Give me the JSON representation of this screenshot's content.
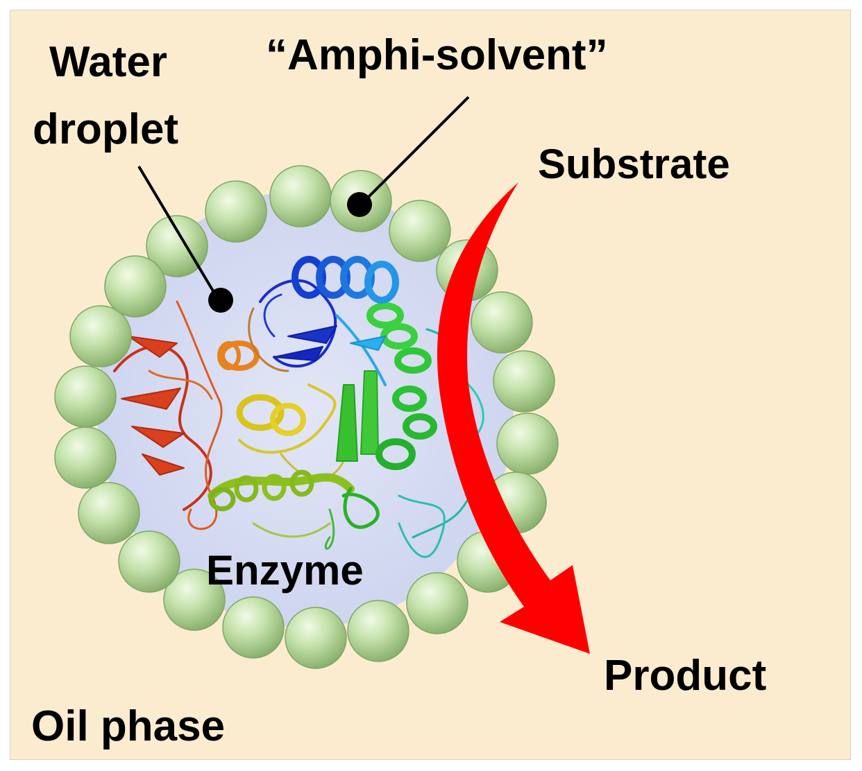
{
  "labels": {
    "water_line1": "Water",
    "water_line2": "droplet",
    "amphi_solvent": "“Amphi-solvent”",
    "substrate": "Substrate",
    "enzyme": "Enzyme",
    "product": "Product",
    "oil_phase": "Oil phase"
  },
  "colors": {
    "background": "#fbecd0",
    "droplet": "#d7dcf0",
    "sphere": "#b8d9a0",
    "arrow": "#ff0000",
    "pointer": "#000000"
  }
}
